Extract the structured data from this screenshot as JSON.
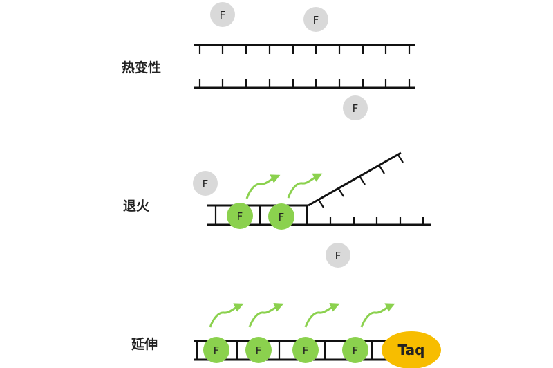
{
  "stages": {
    "denature": "热变性",
    "anneal": "退火",
    "extend": "延伸"
  },
  "dye_label": "F",
  "enzyme_label": "Taq",
  "colors": {
    "strand": "#111111",
    "dye_free": "#d9d9d9",
    "dye_bound": "#8bd14e",
    "fluorescence_arrow": "#8bd14e",
    "enzyme": "#f7bd00"
  }
}
